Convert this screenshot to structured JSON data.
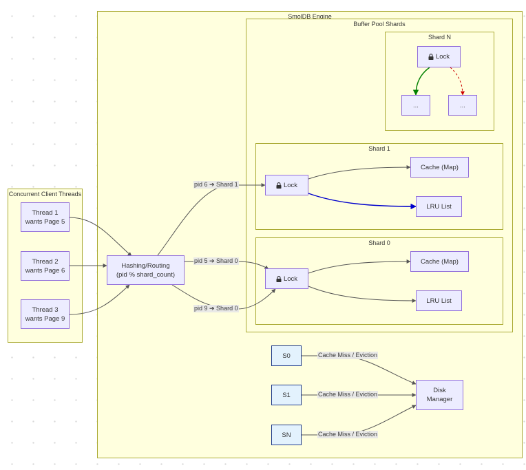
{
  "clusters": {
    "engine": "SmolDB Engine",
    "buffer_pool": "Buffer Pool Shards",
    "shard_n": "Shard N",
    "shard_1": "Shard 1",
    "shard_0": "Shard 0",
    "threads": "Concurrent Client Threads"
  },
  "threads": [
    {
      "line1": "Thread 1",
      "line2": "wants Page 5"
    },
    {
      "line1": "Thread 2",
      "line2": "wants Page 6"
    },
    {
      "line1": "Thread 3",
      "line2": "wants Page 9"
    }
  ],
  "router": {
    "line1": "Hashing/Routing",
    "line2": "(pid % shard_count)"
  },
  "shard_n": {
    "lock": "Lock",
    "child_a": "...",
    "child_b": "..."
  },
  "shard_1": {
    "lock": "Lock",
    "cache": "Cache (Map)",
    "lru": "LRU List"
  },
  "shard_0": {
    "lock": "Lock",
    "cache": "Cache (Map)",
    "lru": "LRU List"
  },
  "edge_labels": {
    "pid6": "pid 6 ➔ Shard 1",
    "pid5": "pid 5 ➔ Shard 0",
    "pid9": "pid 9 ➔ Shard 0",
    "miss_s0": "Cache Miss / Eviction",
    "miss_s1": "Cache Miss / Eviction",
    "miss_sn": "Cache Miss / Eviction"
  },
  "shard_nodes": [
    "S0",
    "S1",
    "SN"
  ],
  "disk_manager": {
    "line1": "Disk",
    "line2": "Manager"
  },
  "colors": {
    "cluster_fill": "#ffffde",
    "cluster_border": "#aaaa33",
    "node_fill": "#ececff",
    "node_border": "#9370db",
    "shard_node_fill": "#e3f2fd",
    "shard_node_border": "#1e3a8a",
    "edge_green": "#008000",
    "edge_red": "#cc0000",
    "edge_blue": "#0000cc",
    "edge_default": "#555555"
  }
}
